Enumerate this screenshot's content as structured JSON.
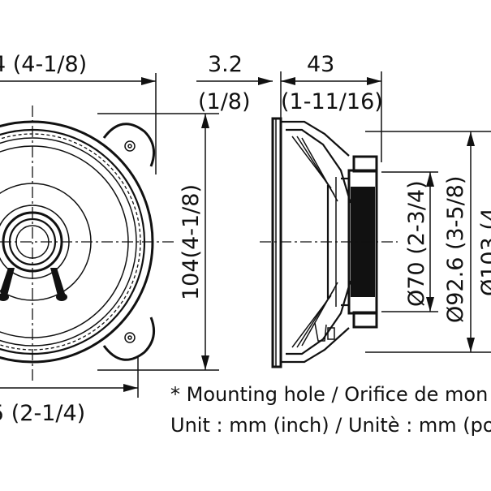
{
  "dimensions": {
    "top_width": "4 (4-1/8)",
    "flange_mm": "3.2",
    "flange_in": "(1/8)",
    "depth_mm": "43",
    "depth_in": "(1-11/16)",
    "height_front": "104(4-1/8)",
    "bottom_front": "5 (2-1/4)",
    "magnet_dia": "Ø70 (2-3/4)",
    "cone_dia": "Ø92.6 (3-5/8)",
    "overall_dia": "Ø103 (4"
  },
  "notes": {
    "mounting_hole": "* Mounting hole / Orifice de mon",
    "unit": "Unit : mm (inch) / Unitè : mm (po"
  }
}
